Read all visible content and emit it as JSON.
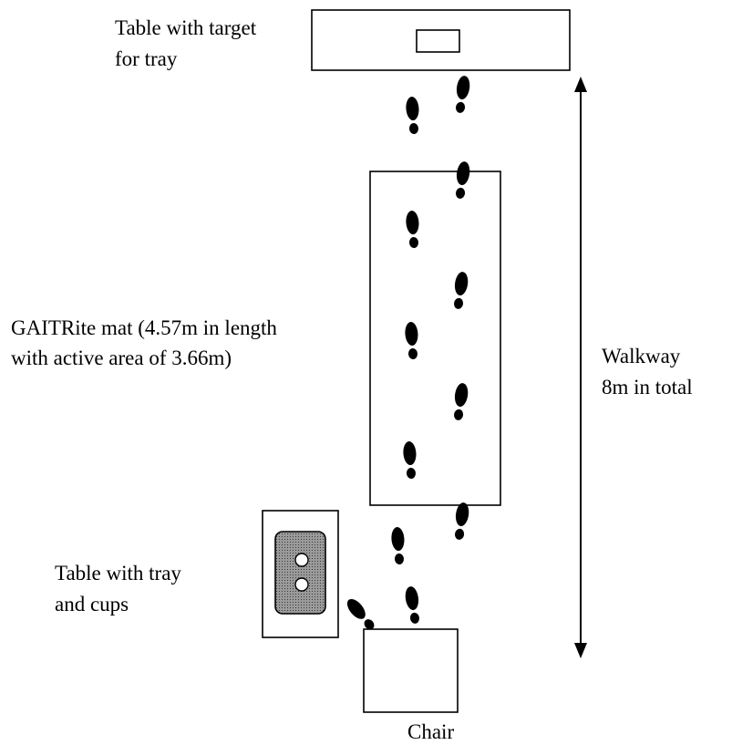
{
  "labels": {
    "table_target_line1": "Table with target",
    "table_target_line2": "for tray",
    "mat_line1": "GAITRite mat (4.57m in length",
    "mat_line2": "with active area of 3.66m)",
    "walkway_line1": "Walkway",
    "walkway_line2": "8m in total",
    "table_tray_line1": "Table with tray",
    "table_tray_line2": "and cups",
    "chair": "Chair"
  },
  "colors": {
    "stroke": "#000000",
    "tray_fill": "#8c8c8c",
    "footprint": "#000000",
    "background": "#ffffff"
  }
}
